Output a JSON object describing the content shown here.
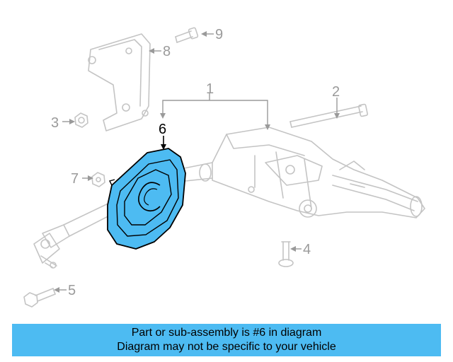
{
  "diagram": {
    "callouts": {
      "c1": "1",
      "c2": "2",
      "c3": "3",
      "c4": "4",
      "c5": "5",
      "c6": "6",
      "c7": "7",
      "c8": "8",
      "c9": "9"
    },
    "highlight_color": "#4dbbf2",
    "ghost_color": "#c4c4c4"
  },
  "banner": {
    "line1": "Part or sub-assembly is #6 in diagram",
    "line2": "Diagram may not be specific to your vehicle",
    "color": "#4dbbf2"
  }
}
